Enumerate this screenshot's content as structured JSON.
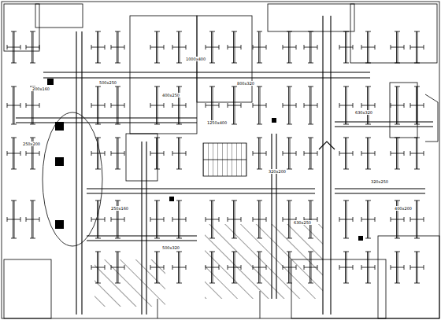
{
  "diagram": {
    "labels": [
      "1250x400",
      "1000x400",
      "800x320",
      "630x320",
      "500x250",
      "400x250",
      "320x200",
      "250x200",
      "320x250",
      "250x160",
      "630x250",
      "400x200",
      "200x160",
      "500x320"
    ]
  }
}
